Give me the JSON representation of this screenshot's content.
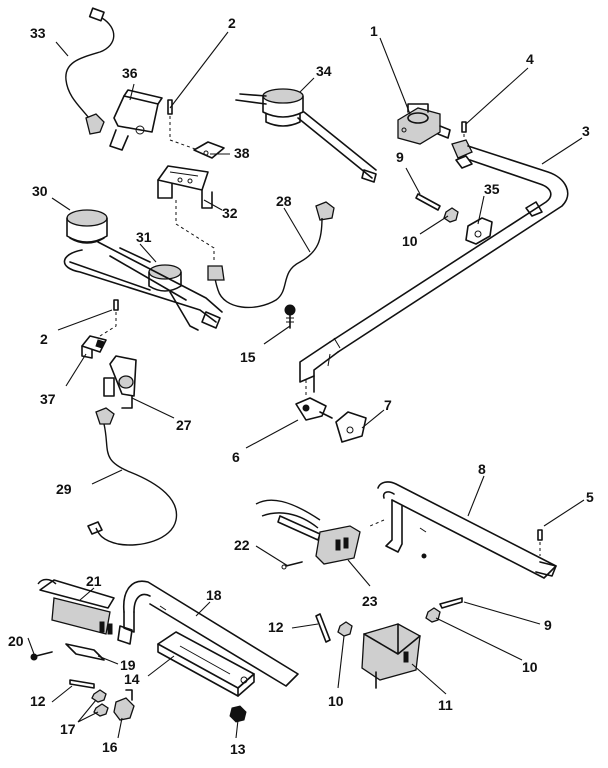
{
  "callouts": {
    "c1": "1",
    "c2a": "2",
    "c2b": "2",
    "c3": "3",
    "c4": "4",
    "c5": "5",
    "c6": "6",
    "c7": "7",
    "c8": "8",
    "c9a": "9",
    "c9b": "9",
    "c10a": "10",
    "c10b": "10",
    "c10c": "10",
    "c11": "11",
    "c12a": "12",
    "c12b": "12",
    "c13": "13",
    "c14": "14",
    "c15": "15",
    "c16": "16",
    "c17": "17",
    "c18": "18",
    "c19": "19",
    "c20": "20",
    "c21": "21",
    "c22": "22",
    "c23": "23",
    "c27": "27",
    "c28": "28",
    "c29": "29",
    "c30": "30",
    "c31": "31",
    "c32": "32",
    "c33": "33",
    "c34": "34",
    "c35": "35",
    "c36": "36",
    "c37": "37",
    "c38": "38"
  }
}
